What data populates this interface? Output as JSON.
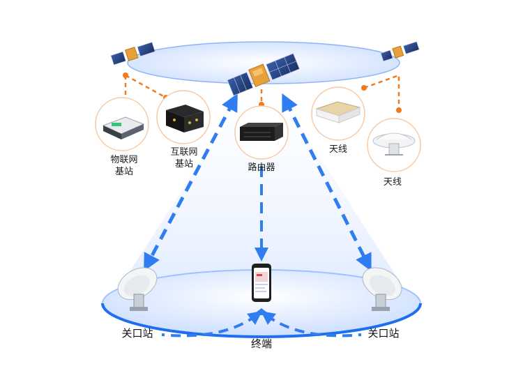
{
  "labels": {
    "iot_base_station": [
      "物联网",
      "基站"
    ],
    "internet_base_station": [
      "互联网",
      "基站"
    ],
    "router": "路由器",
    "antenna_flat": "天线",
    "antenna_dome": "天线",
    "gateway_left": "关口站",
    "gateway_right": "关口站",
    "terminal": "终端"
  },
  "colors": {
    "beam_blue": "#2f7df0",
    "ring_blue": "#1e6ff0",
    "orbit_fill": "#dfe9ff",
    "connector_orange": "#f07a1e",
    "circle_border": "#f7c9a4"
  },
  "icons": {
    "satellite": "satellite-icon",
    "iot_device": "iot-device-icon",
    "internet_device": "internet-device-icon",
    "router": "router-icon",
    "flat_antenna": "flat-antenna-icon",
    "dome_antenna": "dome-antenna-icon",
    "dish": "satellite-dish-icon",
    "phone": "phone-icon"
  }
}
